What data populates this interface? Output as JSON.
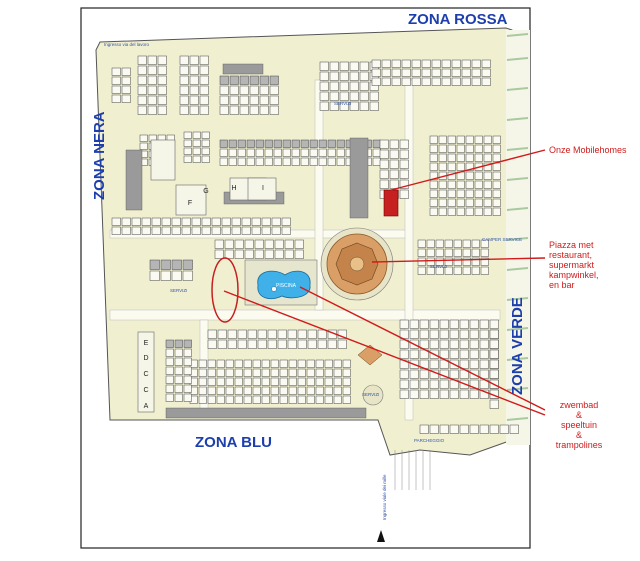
{
  "zones": {
    "rossa": "ZONA ROSSA",
    "nera": "ZONA NERA",
    "verde": "ZONA VERDE",
    "blu": "ZONA BLU"
  },
  "annotations": {
    "mobilehomes": "Onze Mobilehomes",
    "piazza": [
      "Piazza met",
      "restaurant,",
      "supermarkt",
      "kampwinkel,",
      "en bar"
    ],
    "pool": [
      "zwembad",
      "&",
      "speeltuin",
      "&",
      "trampolines"
    ]
  },
  "map_labels": {
    "piscina": "PISCINA",
    "camper_service": "CAMPER SERVICE",
    "parcheggio": "PARCHEGGIO",
    "servizi": "SERVIZI",
    "ingresso_top": "Ingresso via del lavoro",
    "ingresso_bottom": "Ingresso viale dei mille"
  },
  "block_letters": [
    "E",
    "D",
    "C",
    "C",
    "A",
    "F",
    "G",
    "H",
    "I"
  ],
  "colors": {
    "map_background": "#f0efd0",
    "zone_text": "#1d3fae",
    "annotation": "#d11a1a",
    "pool": "#3fb0e8",
    "piazza": "#d99f66",
    "highlight_plot": "#c62020"
  }
}
